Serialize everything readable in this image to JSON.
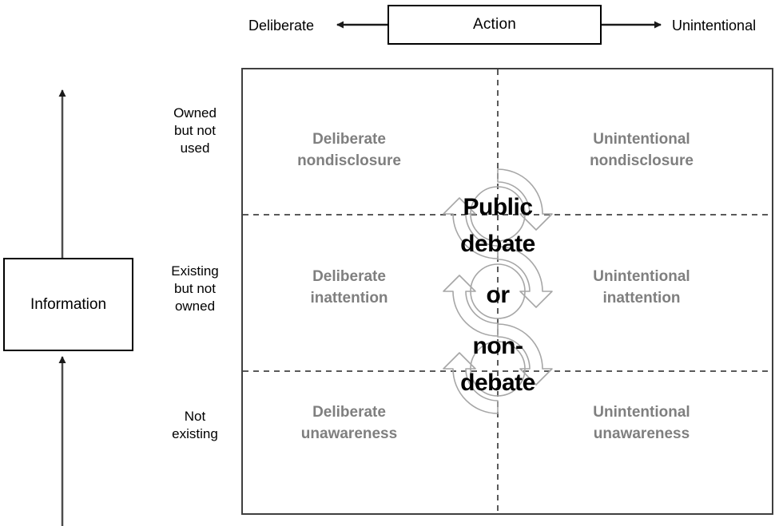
{
  "top_axis": {
    "box_label": "Action",
    "left_label": "Deliberate",
    "right_label": "Unintentional"
  },
  "left_axis": {
    "box_label": "Information",
    "row_labels": [
      "Owned\nbut not\nused",
      "Existing\nbut not\nowned",
      "Not\nexisting"
    ]
  },
  "matrix": {
    "columns": [
      "Deliberate",
      "Unintentional"
    ],
    "rows": [
      "Owned but not used",
      "Existing but not owned",
      "Not existing"
    ],
    "cells": [
      [
        "Deliberate\nnondisclosure",
        "Unintentional\nnondisclosure"
      ],
      [
        "Deliberate\ninattention",
        "Unintentional\ninattention"
      ],
      [
        "Deliberate\nunawareness",
        "Unintentional\nunawareness"
      ]
    ]
  },
  "center": {
    "line1": "Public",
    "line2": "debate",
    "line3": "or",
    "line4": "non-",
    "line5": "debate",
    "full_text": "Public debate or non-debate"
  },
  "colors": {
    "cell_text": "#7f7f7f",
    "frame": "#3f3f3f",
    "divider": "#5a5a5a",
    "center_arrow": "#a6a6a6",
    "text": "#000000"
  }
}
